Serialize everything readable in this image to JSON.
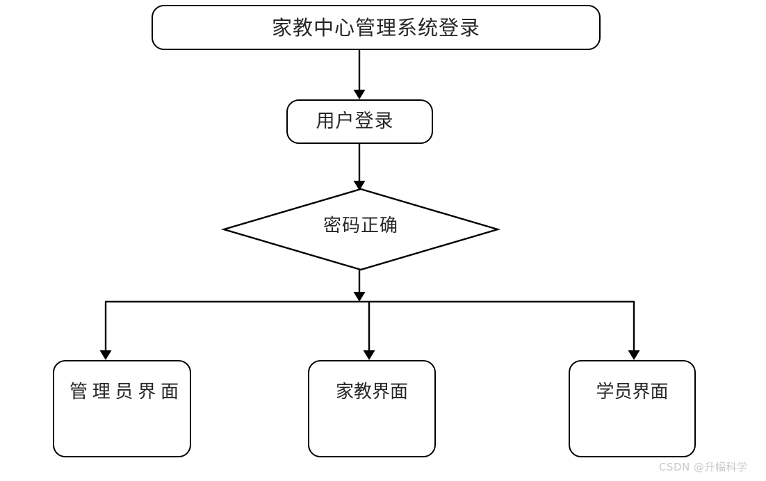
{
  "diagram": {
    "title": "家教中心管理系统登录",
    "type": "flowchart",
    "background": "#ffffff",
    "stroke_color": "#000000",
    "text_color": "#262626",
    "nodes": {
      "title_box": {
        "label": "家教中心管理系统登录",
        "shape": "rounded-rectangle"
      },
      "login": {
        "label": "用户登录",
        "shape": "rounded-rectangle"
      },
      "decision": {
        "label": "密码正确",
        "shape": "diamond"
      },
      "admin": {
        "label": "管理员界面",
        "shape": "rounded-rectangle"
      },
      "tutor": {
        "label": "家教界面",
        "shape": "rounded-rectangle"
      },
      "student": {
        "label": "学员界面",
        "shape": "rounded-rectangle"
      }
    },
    "edges": [
      {
        "from": "title_box",
        "to": "login",
        "label": ""
      },
      {
        "from": "login",
        "to": "decision",
        "label": ""
      },
      {
        "from": "decision",
        "to": "admin",
        "label": ""
      },
      {
        "from": "decision",
        "to": "tutor",
        "label": ""
      },
      {
        "from": "decision",
        "to": "student",
        "label": ""
      }
    ]
  },
  "watermark": {
    "text": "CSDN @升幅科学",
    "color": "#c9c9c9"
  }
}
